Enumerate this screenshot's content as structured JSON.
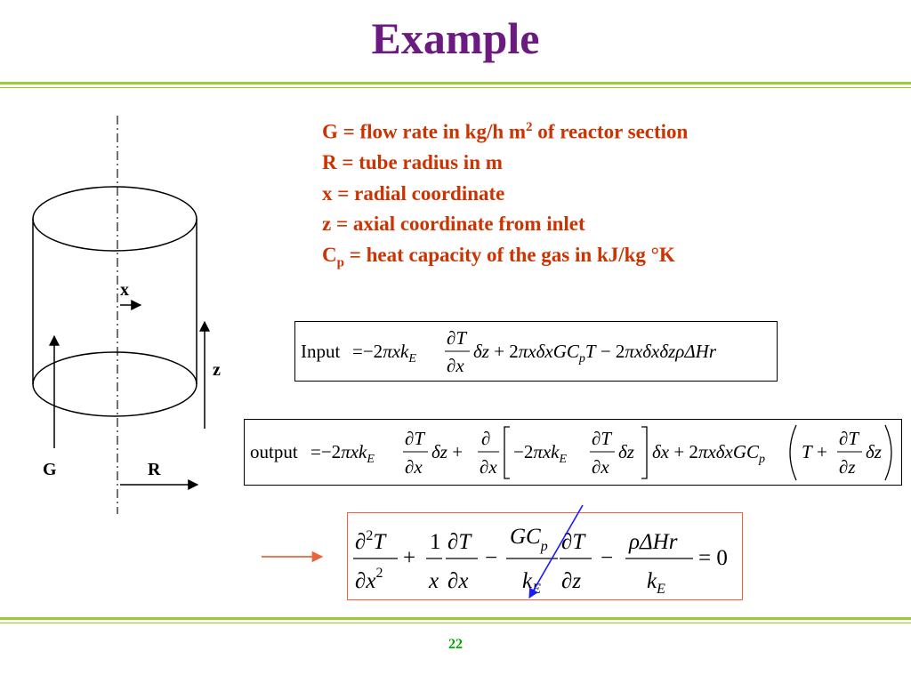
{
  "slide": {
    "title": "Example",
    "page_number": "22",
    "accent_color": "#6b1a80",
    "rule_color": "#99cc33"
  },
  "definitions": [
    {
      "pre": "G = flow rate in kg/h m",
      "sup": "2",
      "sub": "",
      "post": " of reactor section"
    },
    {
      "pre": "R = tube radius in m",
      "sup": "",
      "sub": "",
      "post": ""
    },
    {
      "pre": "x = radial coordinate",
      "sup": "",
      "sub": "",
      "post": ""
    },
    {
      "pre": "z = axial coordinate from inlet",
      "sup": "",
      "sub": "",
      "post": ""
    },
    {
      "pre": "C",
      "sup": "",
      "sub": "p",
      "post": " = heat capacity of the gas in kJ/kg °K"
    }
  ],
  "diagram": {
    "label_x": "x",
    "label_z": "z",
    "label_G": "G",
    "label_R": "R"
  },
  "equations": {
    "input_word": "Input",
    "output_word": "output"
  }
}
